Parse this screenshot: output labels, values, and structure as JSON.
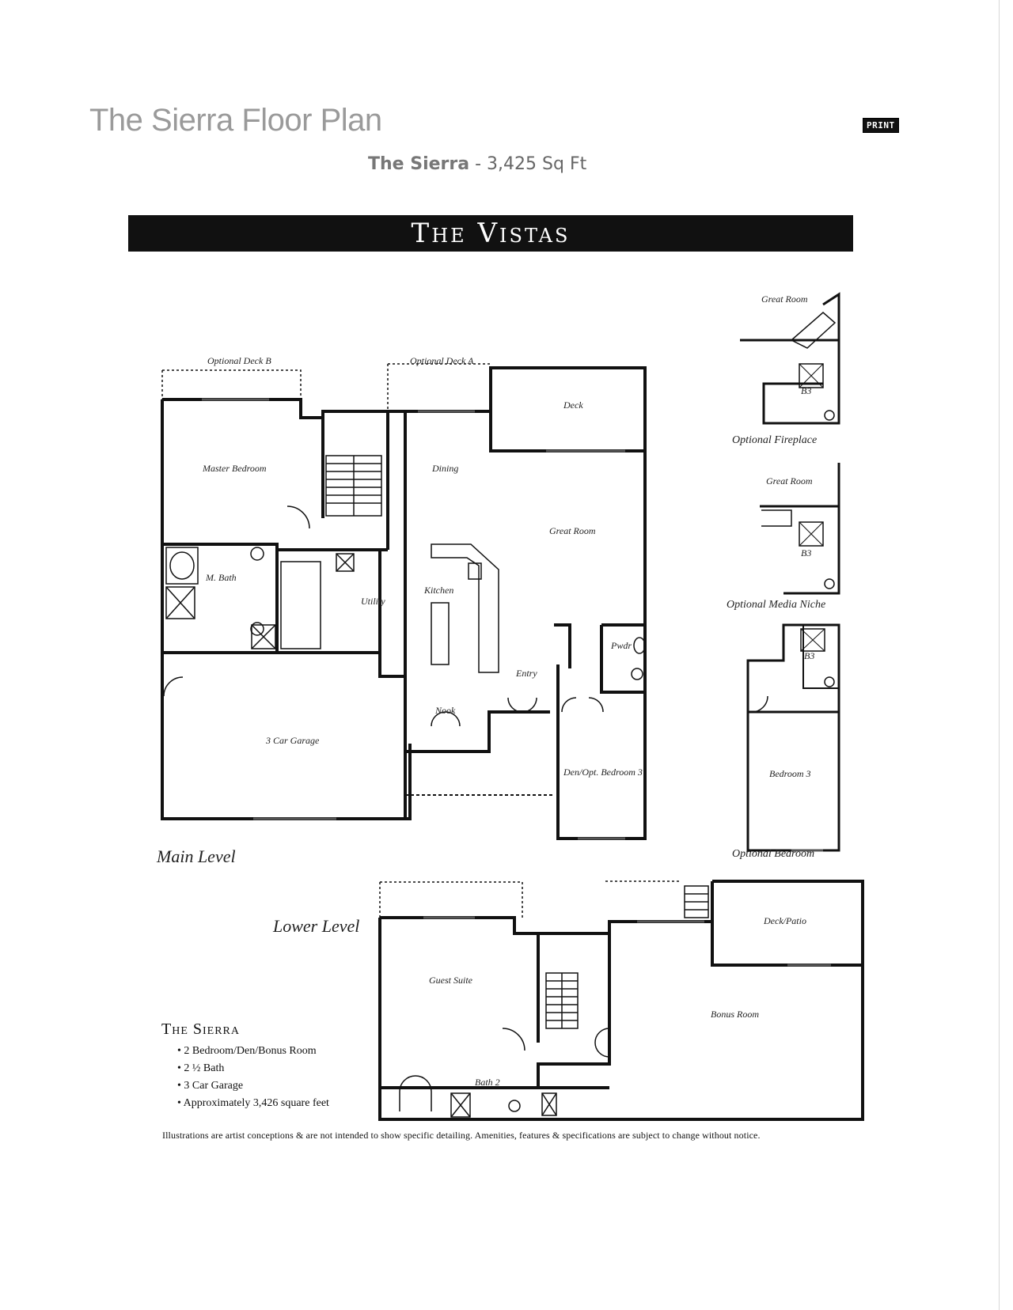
{
  "page_title": "The Sierra Floor Plan",
  "print_label": "PRINT",
  "subtitle": {
    "name": "The Sierra",
    "sep": " - ",
    "size": "3,425 Sq Ft"
  },
  "banner": "The Vistas",
  "labels": {
    "main_level": "Main Level",
    "lower_level": "Lower Level",
    "optional_deck_b": "Optional Deck B",
    "optional_deck_a": "Optional Deck A",
    "deck": "Deck",
    "master_bedroom": "Master Bedroom",
    "dining": "Dining",
    "great_room": "Great Room",
    "m_bath": "M. Bath",
    "utility": "Utility",
    "kitchen": "Kitchen",
    "powder": "Pwdr",
    "entry": "Entry",
    "nook": "Nook",
    "garage": "3 Car Garage",
    "den": "Den/Opt. Bedroom 3",
    "opt_fireplace_great_room": "Great Room",
    "b3_a": "B3",
    "optional_fireplace": "Optional Fireplace",
    "opt_niche_great_room": "Great Room",
    "b3_b": "B3",
    "optional_media_niche": "Optional Media Niche",
    "b3_c": "B3",
    "bedroom_3": "Bedroom 3",
    "optional_bedroom": "Optional Bedroom",
    "guest_suite": "Guest Suite",
    "bath_2": "Bath 2",
    "deck_patio": "Deck/Patio",
    "bonus_room": "Bonus Room"
  },
  "features": {
    "title": "The Sierra",
    "items": [
      "2 Bedroom/Den/Bonus Room",
      "2 ½ Bath",
      "3 Car Garage",
      "Approximately 3,426 square feet"
    ]
  },
  "disclaimer": "Illustrations are artist conceptions & are not intended to show specific detailing. Amenities, features & specifications are subject to change without notice."
}
